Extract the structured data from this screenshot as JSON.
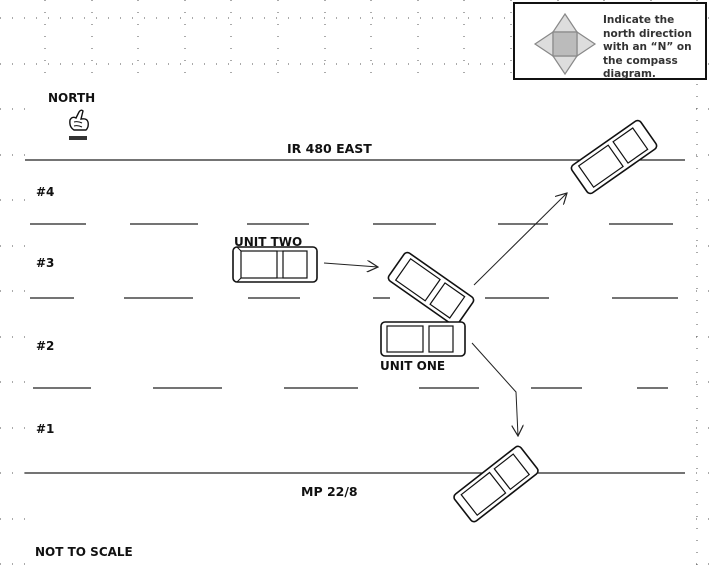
{
  "compass": {
    "instruction": "Indicate the north direction with an “N” on the compass diagram."
  },
  "diagram": {
    "north_label": "NORTH",
    "north_icon": "pointing-hand-icon",
    "road_name": "IR 480 EAST",
    "milepost": "MP 22/8",
    "scale_note": "NOT TO SCALE",
    "lanes": [
      "#4",
      "#3",
      "#2",
      "#1"
    ],
    "units": {
      "unit_two": "UNIT TWO",
      "unit_one": "UNIT ONE"
    }
  }
}
